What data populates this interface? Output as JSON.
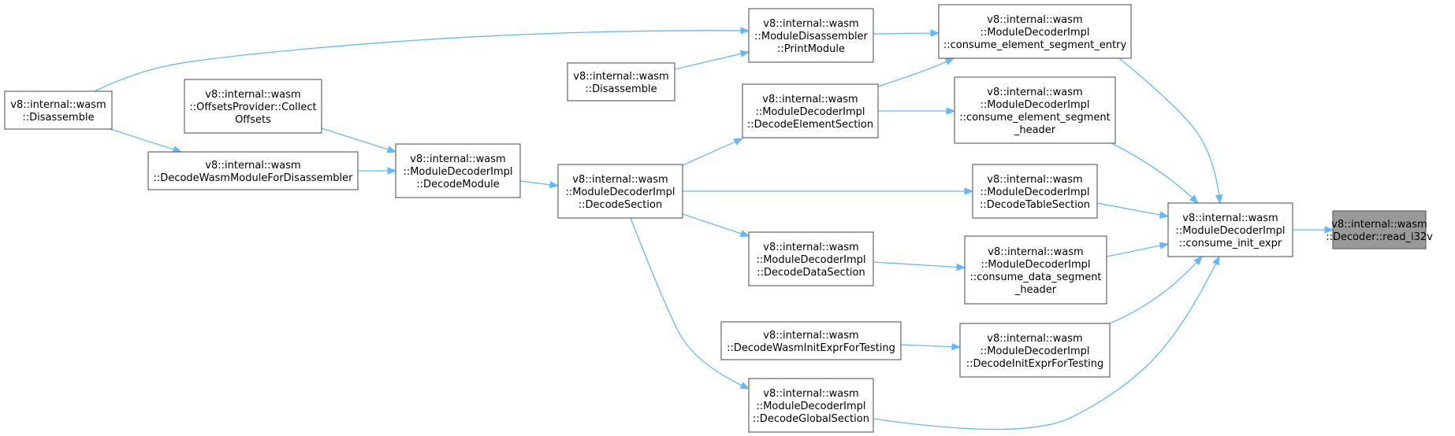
{
  "graph": {
    "nodes": [
      {
        "id": "read_i32v",
        "lines": [
          "v8::internal::wasm",
          "::Decoder::read_i32v"
        ],
        "highlight": true
      },
      {
        "id": "consume_init_expr",
        "lines": [
          "v8::internal::wasm",
          "::ModuleDecoderImpl",
          "::consume_init_expr"
        ]
      },
      {
        "id": "consume_element_segment_entry",
        "lines": [
          "v8::internal::wasm",
          "::ModuleDecoderImpl",
          "::consume_element_segment_entry"
        ]
      },
      {
        "id": "consume_element_segment_header",
        "lines": [
          "v8::internal::wasm",
          "::ModuleDecoderImpl",
          "::consume_element_segment",
          "_header"
        ]
      },
      {
        "id": "DecodeTableSection",
        "lines": [
          "v8::internal::wasm",
          "::ModuleDecoderImpl",
          "::DecodeTableSection"
        ]
      },
      {
        "id": "consume_data_segment_header",
        "lines": [
          "v8::internal::wasm",
          "::ModuleDecoderImpl",
          "::consume_data_segment",
          "_header"
        ]
      },
      {
        "id": "DecodeInitExprForTesting_impl",
        "lines": [
          "v8::internal::wasm",
          "::ModuleDecoderImpl",
          "::DecodeInitExprForTesting"
        ]
      },
      {
        "id": "PrintModule",
        "lines": [
          "v8::internal::wasm",
          "::ModuleDisassembler",
          "::PrintModule"
        ]
      },
      {
        "id": "DecodeElementSection",
        "lines": [
          "v8::internal::wasm",
          "::ModuleDecoderImpl",
          "::DecodeElementSection"
        ]
      },
      {
        "id": "DecodeDataSection",
        "lines": [
          "v8::internal::wasm",
          "::ModuleDecoderImpl",
          "::DecodeDataSection"
        ]
      },
      {
        "id": "DecodeGlobalSection",
        "lines": [
          "v8::internal::wasm",
          "::ModuleDecoderImpl",
          "::DecodeGlobalSection"
        ]
      },
      {
        "id": "DecodeWasmInitExprForTesting",
        "lines": [
          "v8::internal::wasm",
          "::DecodeWasmInitExprForTesting"
        ]
      },
      {
        "id": "Disassemble_mid",
        "lines": [
          "v8::internal::wasm",
          "::Disassemble"
        ]
      },
      {
        "id": "DecodeSection",
        "lines": [
          "v8::internal::wasm",
          "::ModuleDecoderImpl",
          "::DecodeSection"
        ]
      },
      {
        "id": "DecodeModule",
        "lines": [
          "v8::internal::wasm",
          "::ModuleDecoderImpl",
          "::DecodeModule"
        ]
      },
      {
        "id": "OffsetsProvider_Collect",
        "lines": [
          "v8::internal::wasm",
          "::OffsetsProvider::Collect",
          "Offsets"
        ]
      },
      {
        "id": "DecodeWasmModuleForDisassembler",
        "lines": [
          "v8::internal::wasm",
          "::DecodeWasmModuleForDisassembler"
        ]
      },
      {
        "id": "Disassemble_left",
        "lines": [
          "v8::internal::wasm",
          "::Disassemble"
        ]
      }
    ],
    "edges": [
      {
        "from": "consume_init_expr",
        "to": "read_i32v"
      },
      {
        "from": "consume_element_segment_entry",
        "to": "consume_init_expr"
      },
      {
        "from": "consume_element_segment_header",
        "to": "consume_init_expr"
      },
      {
        "from": "DecodeTableSection",
        "to": "consume_init_expr"
      },
      {
        "from": "consume_data_segment_header",
        "to": "consume_init_expr"
      },
      {
        "from": "DecodeInitExprForTesting_impl",
        "to": "consume_init_expr"
      },
      {
        "from": "DecodeGlobalSection",
        "to": "consume_init_expr"
      },
      {
        "from": "PrintModule",
        "to": "consume_element_segment_entry"
      },
      {
        "from": "DecodeElementSection",
        "to": "consume_element_segment_entry"
      },
      {
        "from": "DecodeElementSection",
        "to": "consume_element_segment_header"
      },
      {
        "from": "DecodeSection",
        "to": "DecodeTableSection"
      },
      {
        "from": "DecodeDataSection",
        "to": "consume_data_segment_header"
      },
      {
        "from": "DecodeWasmInitExprForTesting",
        "to": "DecodeInitExprForTesting_impl"
      },
      {
        "from": "Disassemble_mid",
        "to": "PrintModule"
      },
      {
        "from": "Disassemble_left",
        "to": "PrintModule"
      },
      {
        "from": "DecodeSection",
        "to": "DecodeElementSection"
      },
      {
        "from": "DecodeSection",
        "to": "DecodeDataSection"
      },
      {
        "from": "DecodeSection",
        "to": "DecodeGlobalSection"
      },
      {
        "from": "DecodeModule",
        "to": "DecodeSection"
      },
      {
        "from": "OffsetsProvider_Collect",
        "to": "DecodeModule"
      },
      {
        "from": "DecodeWasmModuleForDisassembler",
        "to": "DecodeModule"
      },
      {
        "from": "Disassemble_left",
        "to": "DecodeWasmModuleForDisassembler"
      }
    ]
  }
}
